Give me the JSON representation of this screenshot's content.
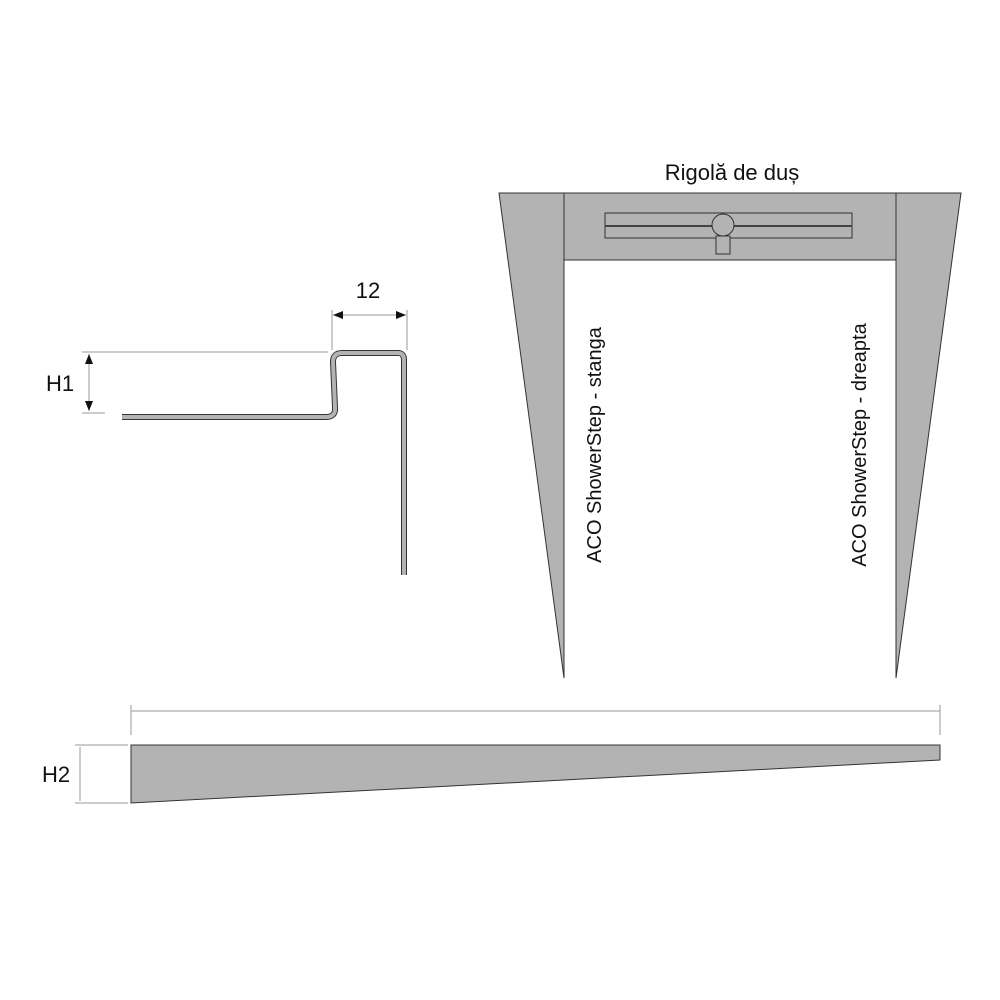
{
  "drain_view": {
    "title": "Rigolă de duș",
    "left_label": "ACO ShowerStep - stanga",
    "right_label": "ACO ShowerStep - dreapta"
  },
  "profile_view": {
    "width_dimension": "12",
    "height_label": "H1"
  },
  "side_view": {
    "height_label": "H2"
  },
  "colors": {
    "fill": "#b3b3b3",
    "outline": "#333333",
    "dimension": "#999999"
  }
}
